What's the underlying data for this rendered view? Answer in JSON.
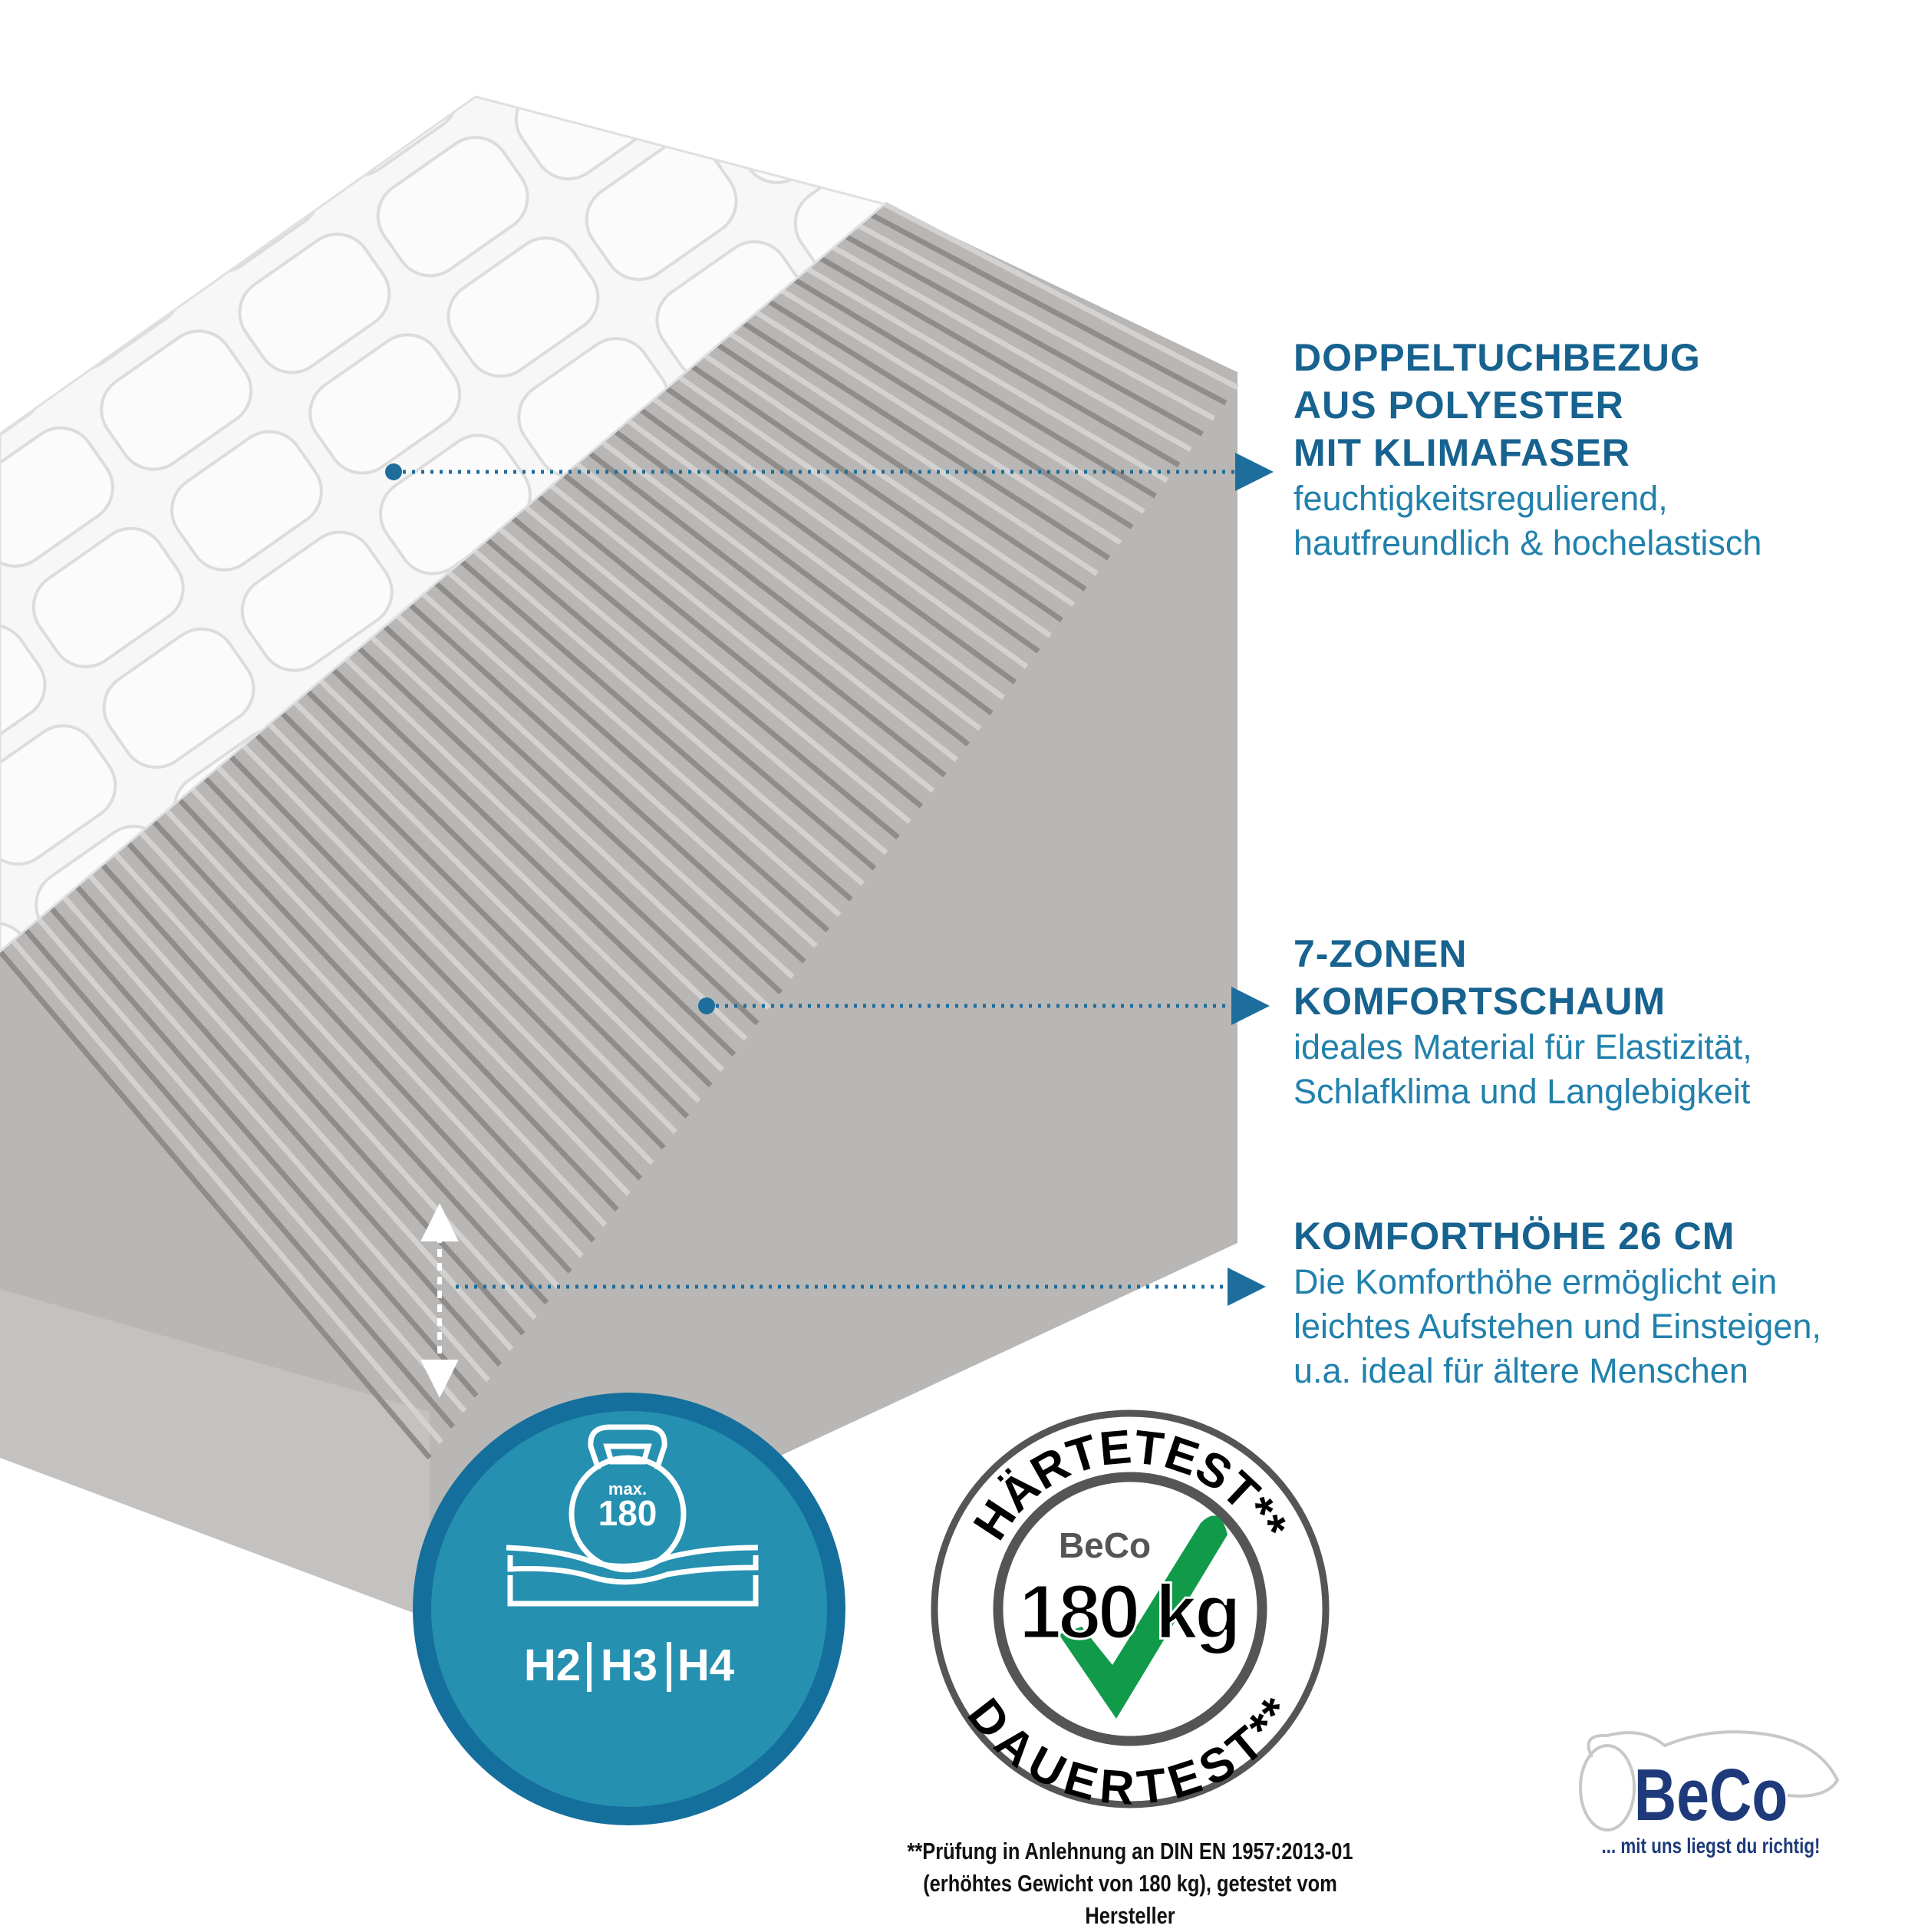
{
  "features": [
    {
      "heading": [
        "DOPPELTUCHBEZUG",
        "AUS POLYESTER",
        "MIT KLIMAFASER"
      ],
      "body": [
        "feuchtigkeitsregulierend,",
        "hautfreundlich & hochelastisch"
      ]
    },
    {
      "heading": [
        "7-ZONEN",
        "KOMFORTSCHAUM"
      ],
      "body": [
        "ideales Material für Elastizität,",
        "Schlafklima und Langlebigkeit"
      ]
    },
    {
      "heading": [
        "KOMFORTHÖHE 26 CM"
      ],
      "body": [
        "Die Komforthöhe ermöglicht ein",
        "leichtes Aufstehen und Einsteigen,",
        "u.a. ideal für ältere Menschen"
      ]
    }
  ],
  "weight_badge": {
    "max_label": "max.",
    "max_value": "180",
    "hardness": [
      "H2",
      "H3",
      "H4"
    ]
  },
  "test_stamp": {
    "top": "HÄRTETEST**",
    "bottom": "DAUERTEST**",
    "brand": "BeCo",
    "weight": "180 kg"
  },
  "footnote": [
    "**Prüfung in Anlehnung an DIN EN 1957:2013-01",
    "(erhöhtes Gewicht von 180 kg), getestet vom Hersteller"
  ],
  "logo": {
    "brand": "BeCo",
    "tagline": "... mit uns liegst du richtig!"
  },
  "colors": {
    "heading": "#17628f",
    "body": "#2181ac",
    "badge": "#2590b0",
    "badge_ring": "#156f9c",
    "check": "#109a4a",
    "logo": "#1e3a7b"
  }
}
